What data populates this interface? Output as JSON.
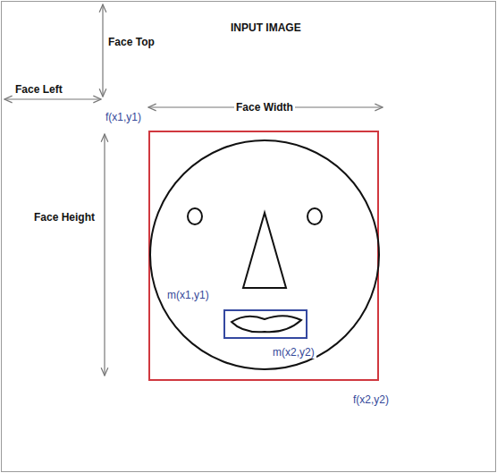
{
  "diagram": {
    "title": "INPUT IMAGE",
    "labels": [
      "Face Top",
      "Face Left",
      "Face Width",
      "f(x1,y1)",
      "Face Height",
      "m(x1,y1)",
      "m(x2,y2)",
      "f(x2,y2)"
    ]
  }
}
